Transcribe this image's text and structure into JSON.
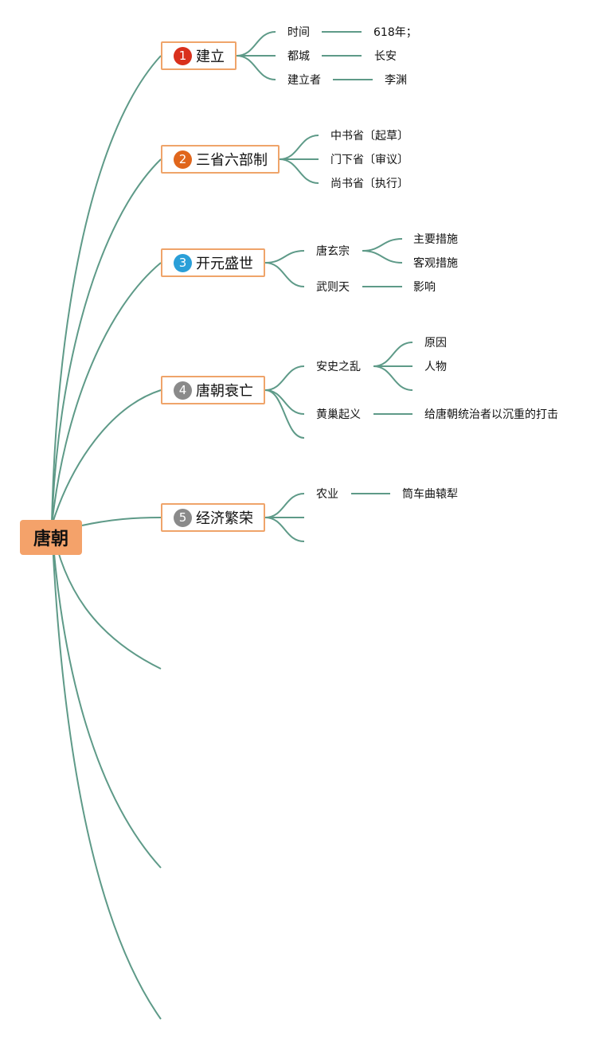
{
  "root": {
    "label": "唐朝"
  },
  "colors": {
    "line": "#5e9a88",
    "branch_border": "#efa46a",
    "root_fill": "#f4a26a",
    "badge_red": "#d9301c",
    "badge_orange": "#e0661c",
    "badge_blue": "#2a9fd8",
    "badge_gray": "#8a8a8a"
  },
  "branches": [
    {
      "num": "1",
      "label": "建立",
      "badge_color": "#d9301c"
    },
    {
      "num": "2",
      "label": "三省六部制",
      "badge_color": "#e0661c"
    },
    {
      "num": "3",
      "label": "开元盛世",
      "badge_color": "#2a9fd8"
    },
    {
      "num": "4",
      "label": "唐朝衰亡",
      "badge_color": "#8a8a8a"
    },
    {
      "num": "5",
      "label": "经济繁荣",
      "badge_color": "#8a8a8a"
    }
  ],
  "leaves": {
    "jianli": [
      {
        "label": "时间",
        "value": "618年；"
      },
      {
        "label": "都城",
        "value": "长安"
      },
      {
        "label": "建立者",
        "value": "李渊"
      }
    ],
    "sansheng": [
      "中书省〔起草〕",
      "门下省〔审议〕",
      "尚书省〔执行〕"
    ],
    "kaiyuan": {
      "xuanzong": "唐玄宗",
      "xuanzong_children": [
        "主要措施",
        "客观措施"
      ],
      "wuzetian": "武则天",
      "wuzetian_child": "影响"
    },
    "shuaiwang": {
      "anshi": "安史之乱",
      "anshi_children": [
        "原因",
        "人物"
      ],
      "huangchao": "黄巢起义",
      "huangchao_child": "给唐朝统治者以沉重的打击"
    },
    "jingji": {
      "nongye": "农业",
      "nongye_child": "筒车曲辕犁"
    }
  }
}
